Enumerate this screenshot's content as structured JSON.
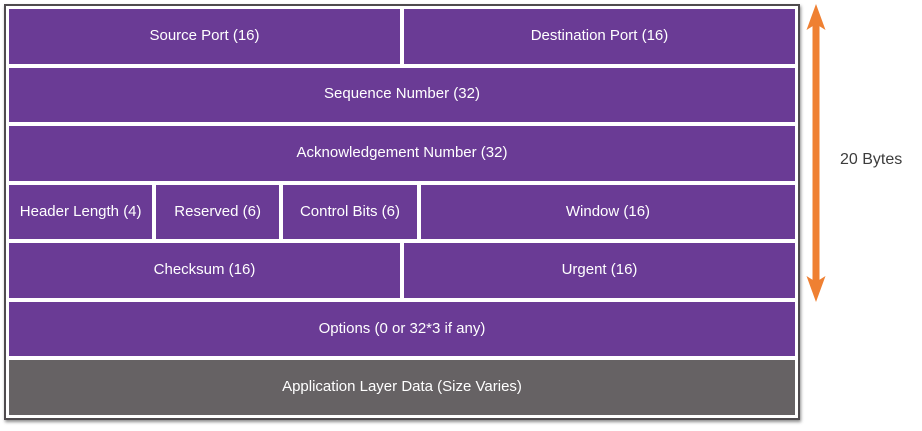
{
  "colors": {
    "field_fill": "#6A3B95",
    "data_fill": "#666264",
    "arrow": "#EF8032",
    "cell_text": "#FFFFFF",
    "label_text": "#3C3C3C",
    "frame_border": "#4F4B4E"
  },
  "rows": [
    {
      "cells": [
        {
          "label": "Source Port (16)"
        },
        {
          "label": "Destination Port (16)"
        }
      ]
    },
    {
      "cells": [
        {
          "label": "Sequence Number (32)"
        }
      ]
    },
    {
      "cells": [
        {
          "label": "Acknowledgement Number (32)"
        }
      ]
    },
    {
      "cells": [
        {
          "label": "Header Length (4)"
        },
        {
          "label": "Reserved (6)"
        },
        {
          "label": "Control Bits (6)"
        },
        {
          "label": "Window (16)"
        }
      ]
    },
    {
      "cells": [
        {
          "label": "Checksum (16)"
        },
        {
          "label": "Urgent (16)"
        }
      ]
    },
    {
      "cells": [
        {
          "label": "Options (0 or 32*3 if any)"
        }
      ]
    },
    {
      "cells": [
        {
          "label": "Application Layer Data (Size Varies)"
        }
      ]
    }
  ],
  "annotation": {
    "label": "20 Bytes",
    "icon": "double-arrow-vertical"
  }
}
